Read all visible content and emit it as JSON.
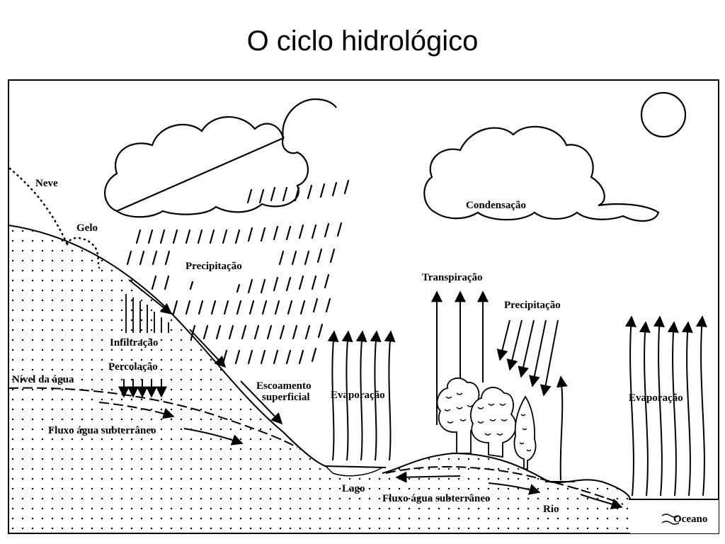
{
  "title": "O ciclo hidrológico",
  "labels": {
    "neve": "Neve",
    "gelo": "Gelo",
    "precipitacao_left": "Precipitação",
    "infiltracao": "Infiltração",
    "percolacao": "Percolação",
    "nivel_agua": "Nível da água",
    "escoamento_line1": "Escoamento",
    "escoamento_line2": "superficial",
    "evaporacao_left": "Evaporação",
    "fluxo_left": "Fluxo  água subterrâneo",
    "condensacao": "Condensação",
    "transpiracao": "Transpiração",
    "precipitacao_right": "Precipitação",
    "evaporacao_right": "Evaporação",
    "lago": "Lago",
    "fluxo_right": "Fluxo  água subterrâneo",
    "rio": "Rio",
    "oceano": "Oceano"
  }
}
